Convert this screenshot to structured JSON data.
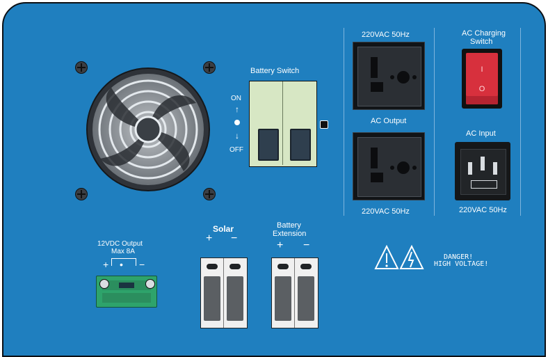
{
  "labels": {
    "battery_switch": "Battery Switch",
    "on": "ON",
    "off": "OFF",
    "ac_output_top": "220VAC 50Hz",
    "ac_output": "AC Output",
    "ac_output_bottom": "220VAC 50Hz",
    "ac_charging_switch_line1": "AC Charging",
    "ac_charging_switch_line2": "Switch",
    "ac_input": "AC Input",
    "ac_input_spec": "220VAC 50Hz",
    "solar": "Solar",
    "battery_extension_line1": "Battery",
    "battery_extension_line2": "Extension",
    "dc_output_line1": "12VDC Output",
    "dc_output_line2": "Max 8A",
    "danger_line1": "DANGER!",
    "danger_line2": "HIGH VOLTAGE!",
    "rocker_on": "I",
    "rocker_off": "O",
    "plus": "+",
    "minus": "−",
    "dot": "•"
  },
  "colors": {
    "panel": "#1f7fbf",
    "battery_switch_body": "#d7e7c4",
    "rocker": "#d7303d",
    "terminal": "#2ea36b"
  },
  "icons": {
    "fan": "cooling-fan-icon",
    "warning": "high-voltage-warning-icon",
    "socket": "universal-socket-icon",
    "iec": "iec-inlet-icon"
  }
}
